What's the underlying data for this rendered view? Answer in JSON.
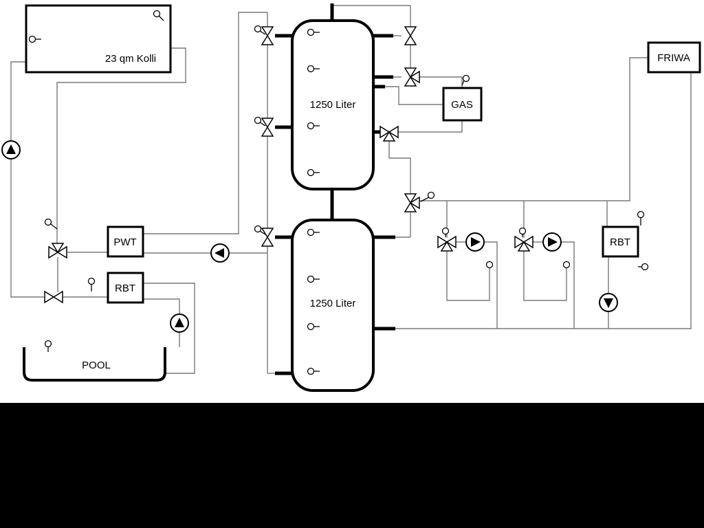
{
  "labels": {
    "collector": "23 qm Kolli",
    "tank_top": "1250 Liter",
    "tank_bottom": "1250 Liter",
    "gas": "GAS",
    "friwa": "FRIWA",
    "pwt": "PWT",
    "rbt_left": "RBT",
    "rbt_right": "RBT",
    "pool": "POOL"
  },
  "colors": {
    "background": "#ffffff",
    "pipe": "#787878",
    "component_outline": "#000000",
    "footer_band": "#000000"
  },
  "icons": {
    "pump": "circle-with-filled-triangle",
    "valve": "bowtie-triangles",
    "three_way_valve": "bowtie-with-third-triangle",
    "sensor": "small-circle-with-stem"
  },
  "component_counts": {
    "pumps": 6,
    "valves": 11,
    "sensors": 21,
    "tanks": 2
  }
}
